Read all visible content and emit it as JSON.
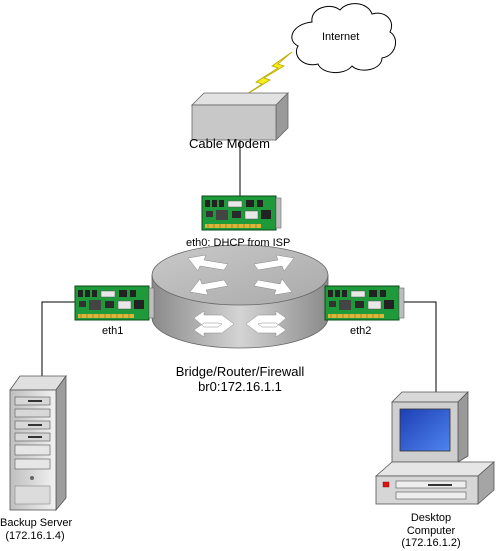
{
  "diagram": {
    "internet_label": "Internet",
    "modem_label": "Cable Modem",
    "eth0_label": "eth0: DHCP from  ISP",
    "eth1_label": "eth1",
    "eth2_label": "eth2",
    "router_label_line1": "Bridge/Router/Firewall",
    "router_label_line2": "br0:172.16.1.1",
    "server_label_line1": "Backup Server",
    "server_label_line2": "(172.16.1.4)",
    "desktop_label_line1": "Desktop",
    "desktop_label_line2": "Computer",
    "desktop_label_line3": "(172.16.1.2)"
  },
  "colors": {
    "nic_board": "#1f9a3a",
    "router_body": "#b5b5b5",
    "modem_body": "#c8c8c8",
    "lightning": "#f5ee1a",
    "screen": "#2b5bdc"
  }
}
